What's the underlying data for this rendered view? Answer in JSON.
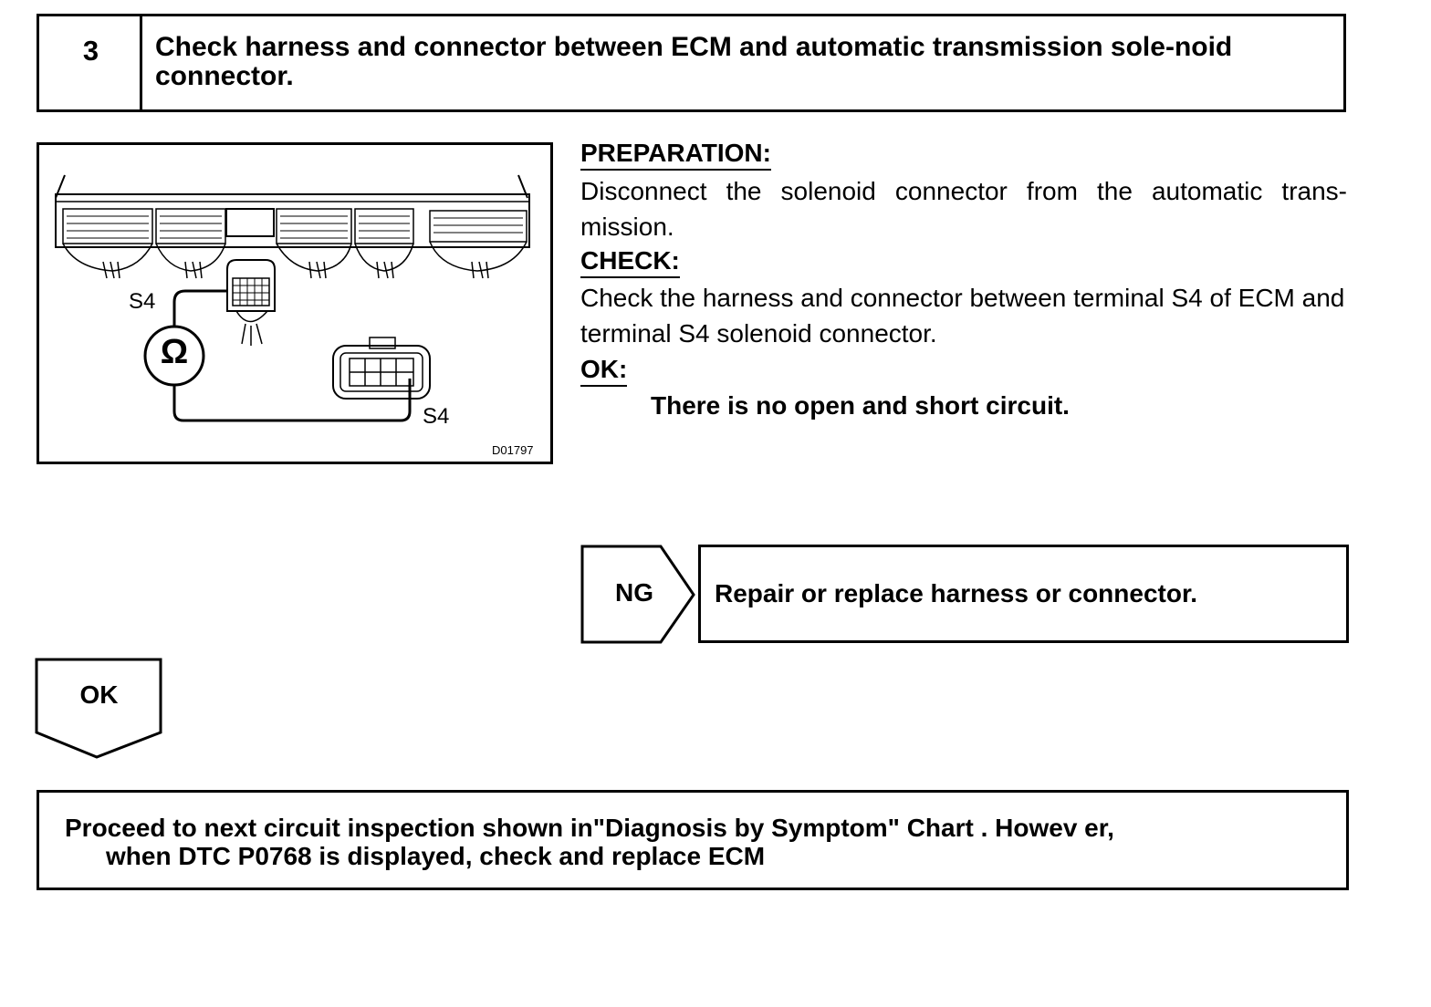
{
  "step": {
    "number": "3",
    "title": "Check harness and connector between ECM and automatic transmission sole-noid connector."
  },
  "figure": {
    "label_ecm_terminal": "S4",
    "label_solenoid_terminal": "S4",
    "ohm_symbol": "Ω",
    "figure_code": "D01797"
  },
  "preparation": {
    "heading": "PREPARATION:",
    "text": "Disconnect the solenoid connector from the automatic trans-mission."
  },
  "check": {
    "heading": "CHECK:",
    "text": "Check the harness and connector between terminal S4 of ECM and terminal S4 solenoid connector."
  },
  "ok_spec": {
    "heading": "OK:",
    "text": "There is no open and short circuit."
  },
  "ng": {
    "label": "NG",
    "action": "Repair or replace harness or connector."
  },
  "ok_flow": {
    "label": "OK"
  },
  "final": {
    "line1": "Proceed to next circuit inspection shown in\"Diagnosis by Symptom\" Chart . Howev er,",
    "line2": "when DTC P0768 is displayed, check and replace ECM"
  }
}
